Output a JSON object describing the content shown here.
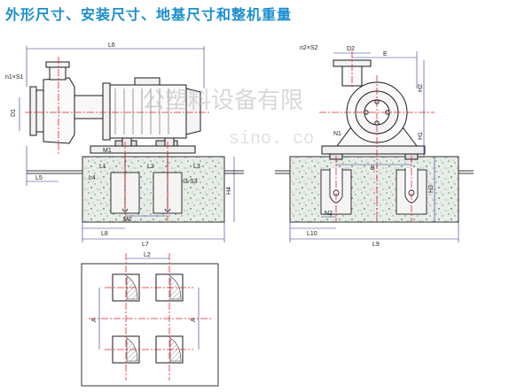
{
  "title": "外形尺寸、安装尺寸、地基尺寸和整机重量",
  "watermark": {
    "text_cn": "公塑料设备有限",
    "text_en": "sino. co"
  },
  "side_view": {
    "labels": {
      "L6": "L6",
      "n1xS1": "n1×S1",
      "D1": "D1",
      "L5": "L5",
      "L4": "L4",
      "L1": "L1",
      "L2": "L2",
      "L3": "L3",
      "M1": "M1",
      "n3S3": "n3-S3",
      "H4": "H4",
      "M2": "M2",
      "L8": "L8",
      "L7": "L7"
    }
  },
  "front_view": {
    "labels": {
      "n2xS2": "n2×S2",
      "D2": "D2",
      "E": "E",
      "H2": "H2",
      "H1": "H1",
      "N1": "N1",
      "B": "B",
      "H3": "H3",
      "N2": "N2",
      "L10": "L10",
      "L9": "L9"
    }
  },
  "plan_view": {
    "labels": {
      "L2": "L2",
      "A_left": "A",
      "A_right": "A"
    }
  },
  "colors": {
    "title": "#1a8fd0",
    "centerline": "#e8202a",
    "dimension": "#2e3192",
    "concrete_dots": "#3aa64a"
  }
}
